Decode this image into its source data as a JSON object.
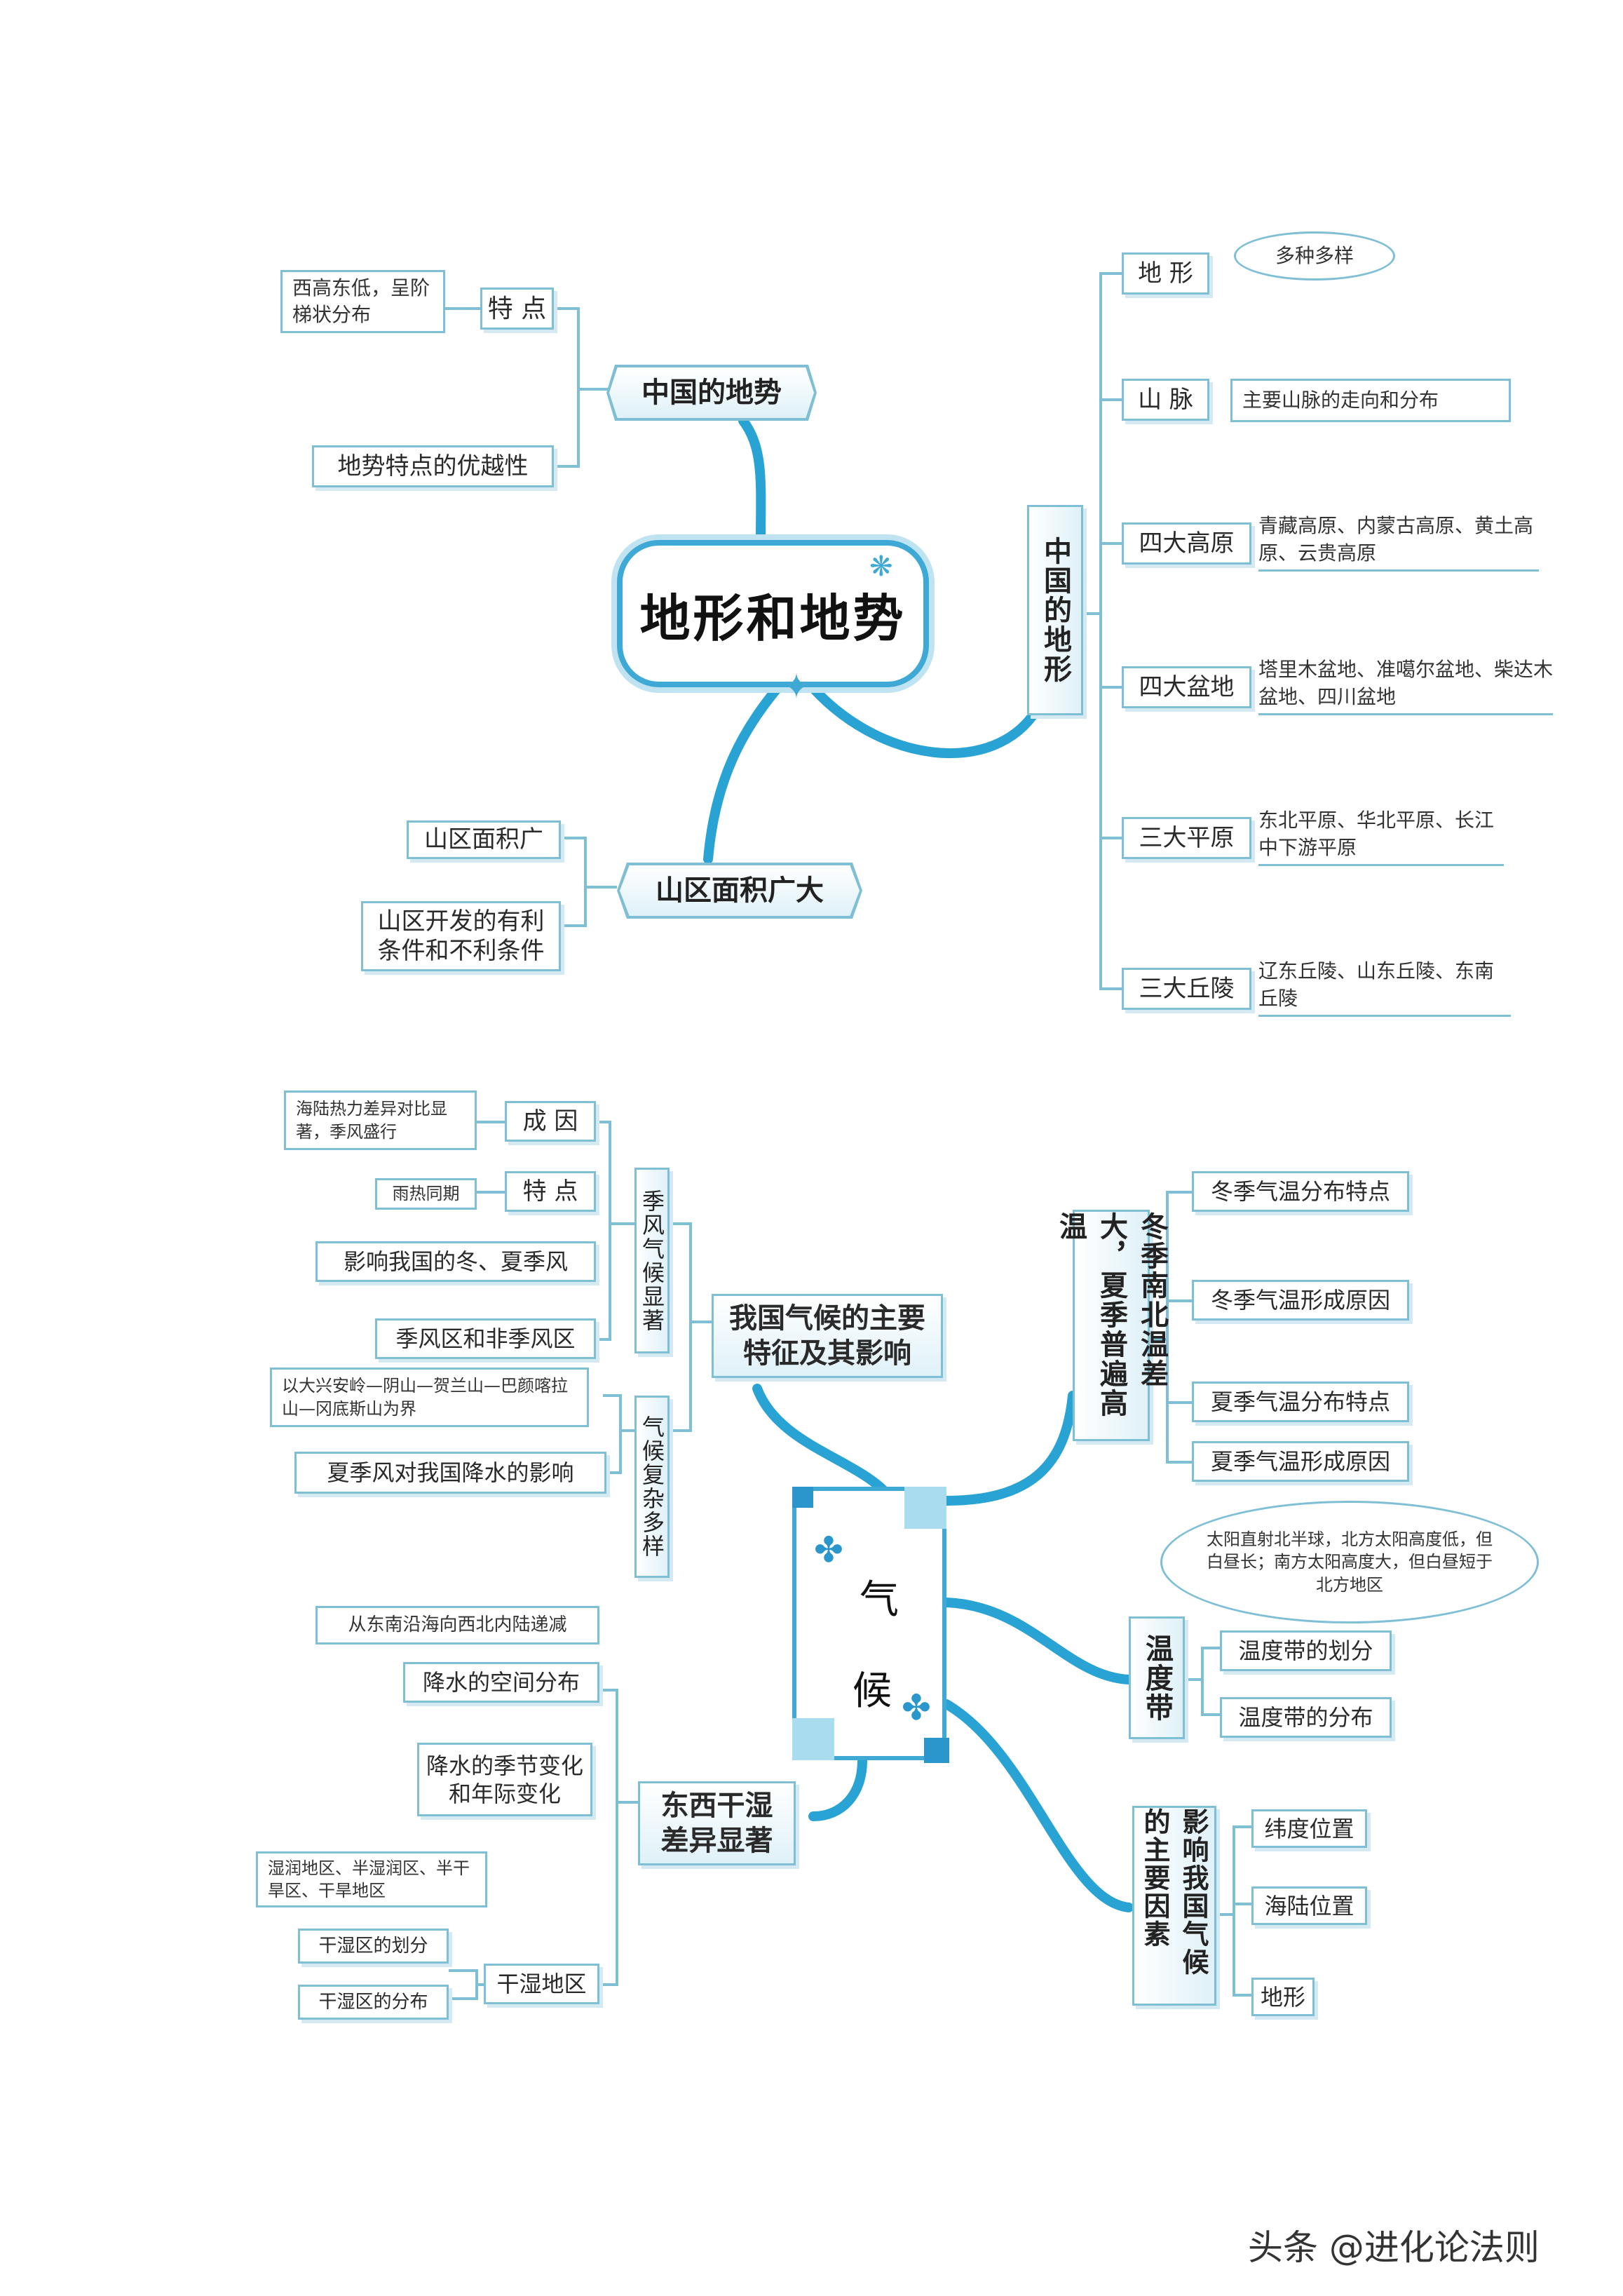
{
  "top": {
    "center": "地形和地势",
    "terrain_trend": {
      "label": "中国的地势",
      "feature": "特 点",
      "feature_note": "西高东低，呈阶梯状分布",
      "advantage": "地势特点的优越性"
    },
    "mountain": {
      "label": "山区面积广大",
      "item1": "山区面积广",
      "item2": "山区开发的有利条件和不利条件"
    },
    "landform": {
      "label": "中国的地形",
      "rows": [
        {
          "name": "地 形",
          "note": "多种多样"
        },
        {
          "name": "山 脉",
          "note": "主要山脉的走向和分布"
        },
        {
          "name": "四大高原",
          "note": "青藏高原、内蒙古高原、黄土高原、云贵高原"
        },
        {
          "name": "四大盆地",
          "note": "塔里木盆地、准噶尔盆地、柴达木盆地、四川盆地"
        },
        {
          "name": "三大平原",
          "note": "东北平原、华北平原、长江中下游平原"
        },
        {
          "name": "三大丘陵",
          "note": "辽东丘陵、山东丘陵、东南丘陵"
        }
      ]
    }
  },
  "bottom": {
    "center_line1": "气",
    "center_line2": "候",
    "main_feature": {
      "label": "我国气候的主要特征及其影响",
      "monsoon": "季风气候显著",
      "complex": "气候复杂多样",
      "cause": "成 因",
      "cause_note": "海陆热力差异对比显著，季风盛行",
      "trait": "特 点",
      "trait_note": "雨热同期",
      "influence": "影响我国的冬、夏季风",
      "zone": "季风区和非季风区",
      "zone_note": "以大兴安岭—阴山—贺兰山—巴颜喀拉山—冈底斯山为界",
      "summer_rain": "夏季风对我国降水的影响"
    },
    "dry_wet": {
      "label": "东西干湿差异显著",
      "spatial": "降水的空间分布",
      "spatial_note": "从东南沿海向西北内陆递减",
      "seasonal": "降水的季节变化和年际变化",
      "region": "干湿地区",
      "division": "干湿区的划分",
      "division_note": "湿润地区、半湿润区、半干旱区、干旱地区",
      "distribution": "干湿区的分布"
    },
    "temperature": {
      "label": "冬季南北温差大，夏季普遍高温",
      "winter_dist": "冬季气温分布特点",
      "winter_cause": "冬季气温形成原因",
      "summer_dist": "夏季气温分布特点",
      "summer_cause": "夏季气温形成原因",
      "summer_note": "太阳直射北半球，北方太阳高度低，但白昼长；南方太阳高度大，但白昼短于北方地区"
    },
    "belt": {
      "label": "温度带",
      "division": "温度带的划分",
      "distribution": "温度带的分布"
    },
    "factors": {
      "label": "影响我国气候的主要因素",
      "lat": "纬度位置",
      "sea": "海陆位置",
      "terrain": "地形"
    }
  },
  "watermark": "头条 @进化论法则",
  "colors": {
    "accent": "#3fa9d5",
    "border": "#7fbfd6",
    "shadow": "#d4e9f1"
  }
}
